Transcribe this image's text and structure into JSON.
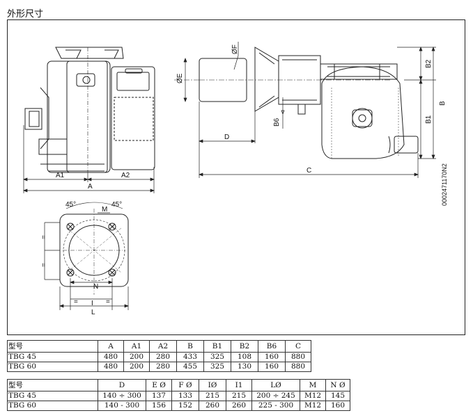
{
  "page_title": "外形尺寸",
  "drawing": {
    "code": "0002471170N2",
    "labels": {
      "A": "A",
      "A1": "A1",
      "A2": "A2",
      "B": "B",
      "B1": "B1",
      "B2": "B2",
      "B6": "B6",
      "C": "C",
      "D": "D",
      "E": "ØE",
      "F": "ØF",
      "M": "M",
      "N": "N",
      "L": "L",
      "I": "I",
      "angle1": "45°",
      "angle2": "45°",
      "eq": "="
    }
  },
  "table1": {
    "headers": [
      "型号",
      "A",
      "A1",
      "A2",
      "B",
      "B1",
      "B2",
      "B6",
      "C"
    ],
    "rows": [
      [
        "TBG 45",
        "480",
        "200",
        "280",
        "433",
        "325",
        "108",
        "160",
        "880"
      ],
      [
        "TBG 60",
        "480",
        "200",
        "280",
        "455",
        "325",
        "130",
        "160",
        "880"
      ]
    ]
  },
  "table2": {
    "headers": [
      "型号",
      "D",
      "E Ø",
      "F Ø",
      "IØ",
      "I1",
      "LØ",
      "M",
      "N Ø"
    ],
    "rows": [
      [
        "TBG 45",
        "140 ÷ 300",
        "137",
        "133",
        "215",
        "215",
        "200 ÷ 245",
        "M12",
        "145"
      ],
      [
        "TBG 60",
        "140 - 300",
        "156",
        "152",
        "260",
        "260",
        "225 - 300",
        "M12",
        "160"
      ]
    ]
  }
}
